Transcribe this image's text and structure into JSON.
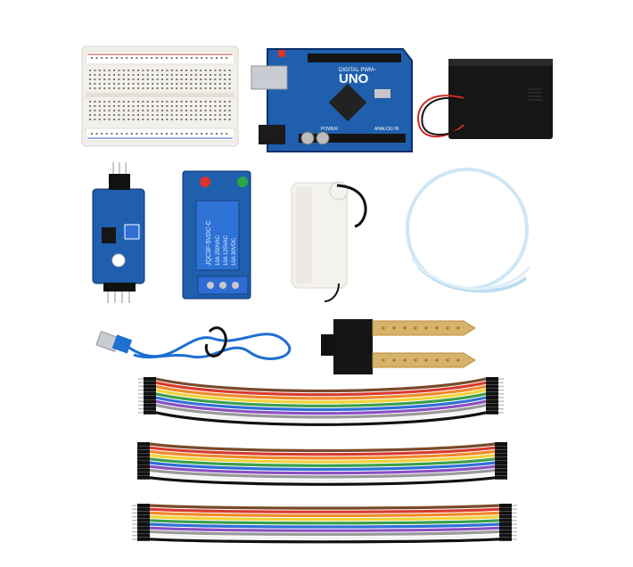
{
  "photo": {
    "background": "#ffffff",
    "components": [
      {
        "id": "breadboard",
        "kind": "breadboard"
      },
      {
        "id": "uno-board",
        "kind": "microcontroller-board",
        "labels": {
          "brand": "UNO",
          "sub": "DIGITAL PWM~",
          "analog": "ANALOG IN",
          "power": "POWER"
        }
      },
      {
        "id": "battery-box",
        "kind": "battery-holder"
      },
      {
        "id": "sensor-module",
        "kind": "comparator-module"
      },
      {
        "id": "relay-module",
        "kind": "relay-module",
        "labels": {
          "model": "JQC3F-5VDC-C",
          "rating1": "10A 250VAC",
          "rating2": "10A 125VAC",
          "rating3": "10A 30VDC"
        }
      },
      {
        "id": "water-pump",
        "kind": "submersible-pump"
      },
      {
        "id": "tubing",
        "kind": "clear-tubing-coil"
      },
      {
        "id": "usb-cable",
        "kind": "usb-cable"
      },
      {
        "id": "soil-probe",
        "kind": "soil-moisture-probe"
      },
      {
        "id": "jumper-wires-ff",
        "kind": "dupont-ribbon"
      },
      {
        "id": "jumper-wires-mm",
        "kind": "dupont-ribbon"
      },
      {
        "id": "jumper-wires-fm",
        "kind": "dupont-ribbon"
      }
    ],
    "colors": {
      "pcb_blue": "#1f5fae",
      "pcb_dark": "#0b2f6b",
      "breadboard": "#f2f0ea",
      "battery": "#161616",
      "pump": "#f4f2ee",
      "tube": "#cfe6f4",
      "usb_blue": "#1e6fd0",
      "probe_gold": "#d6b36a",
      "ribbon": [
        "#7a4a2a",
        "#d83a2f",
        "#f08a2b",
        "#f2d23a",
        "#3aa04a",
        "#2f6fd6",
        "#8a4fc2",
        "#9a9a9a",
        "#f5f5f5",
        "#111111"
      ]
    }
  }
}
